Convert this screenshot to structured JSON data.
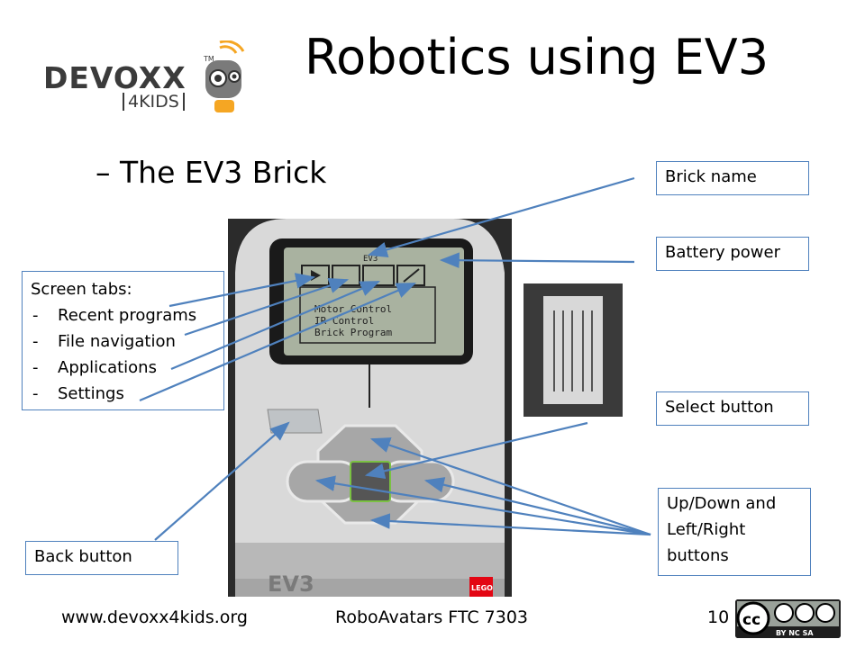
{
  "slide": {
    "title": "Robotics using EV3",
    "subtitle": "– The EV3 Brick"
  },
  "logo": {
    "word": "DEVOXX",
    "sub": "4KIDS",
    "tm": "TM"
  },
  "brick": {
    "brand_label": "EV3",
    "lego_label": "LEGO",
    "screen_lines": [
      "Motor Control",
      "IR Control",
      "Brick Program"
    ],
    "screen_header": "EV3"
  },
  "callouts": {
    "brick_name": "Brick name",
    "battery_power": "Battery power",
    "select_button": "Select button",
    "updown_leftright": [
      "Up/Down and",
      "Left/Right",
      "buttons"
    ],
    "back_button": "Back button",
    "screen_tabs_title": "Screen tabs:",
    "screen_tabs": [
      "Recent programs",
      "File navigation",
      "Applications",
      "Settings"
    ]
  },
  "footer": {
    "website": "www.devoxx4kids.org",
    "team": "RoboAvatars FTC 7303",
    "page_number": "10",
    "license_icon": "cc-by-nc-sa-icon"
  },
  "colors": {
    "callout_border": "#4f81bd",
    "arrow": "#4f81bd",
    "logo_orange": "#f5a623"
  }
}
